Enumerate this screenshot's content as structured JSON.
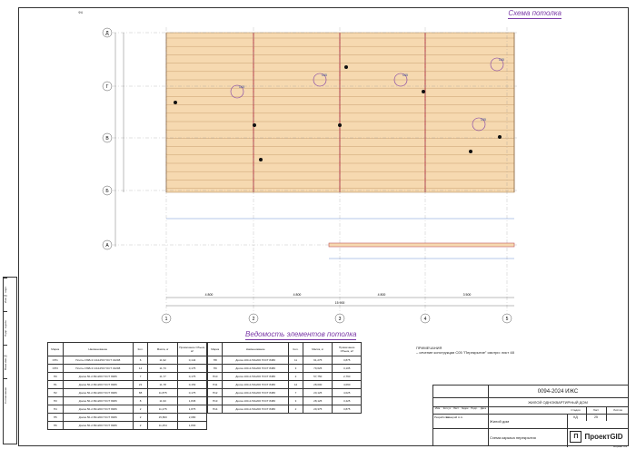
{
  "sheet": {
    "top_title": "Схема потолка",
    "mid_title": "Ведомость элементов потолка",
    "page_mark": "Ф6",
    "format_label": "Формат А3"
  },
  "axes": {
    "columns": [
      "1",
      "2",
      "3",
      "4",
      "5"
    ],
    "rows": [
      "Д",
      "Г",
      "В",
      "Б",
      "А"
    ],
    "bottom_spans": [
      "4 800",
      "4 800",
      "4 800",
      "3 500"
    ],
    "bottom_total": "15 900"
  },
  "circles": [
    "C05",
    "C05",
    "C05",
    "C05",
    "C05"
  ],
  "table": {
    "headers": [
      "Марка",
      "Наименование",
      "Кол.",
      "Масса, кг",
      "Примечание Объем, м³"
    ],
    "left_rows": [
      [
        "ОП1",
        "Плиты OSB-3 10х1250 ГОСТ 32298",
        "6",
        "11,92",
        "0,144"
      ],
      [
        "ОП3",
        "Плиты OSB-3 10х1250 ГОСТ 32298",
        "14",
        "11,73",
        "0,175"
      ],
      [
        "П0",
        "Доска 50-2-50х200 ГОСТ 8486",
        "7",
        "11,77",
        "0,175"
      ],
      [
        "П1",
        "Доска 50-2-50х200 ГОСТ 8486",
        "22",
        "11,78",
        "0,153"
      ],
      [
        "П2",
        "Доска 50-2-50х200 ГОСТ 8486",
        "88",
        "11,875",
        "0,175"
      ],
      [
        "П3",
        "Доска 50-2-50х200 ГОСТ 8486",
        "8",
        "11,93",
        "1,845"
      ],
      [
        "П4",
        "Доска 50-2-50х200 ГОСТ 8486",
        "2",
        "11,275",
        "1,875"
      ],
      [
        "П5",
        "Доска 50-2-50х200 ГОСТ 8486",
        "2",
        "15,860",
        "2,080"
      ],
      [
        "П6",
        "Доска 50-2-50х200 ГОСТ 8486",
        "2",
        "11,254",
        "1,830"
      ]
    ],
    "right_rows": [
      [
        "П8",
        "Доска 100-2-50х200 ГОСТ 8486",
        "11",
        "91,275",
        "3,875"
      ],
      [
        "П9",
        "Доска 100-2-50х200 ГОСТ 8486",
        "3",
        "79,625",
        "3,105"
      ],
      [
        "П10",
        "Доска 100-2-50х200 ГОСТ 8486",
        "2",
        "57,750",
        "2,760"
      ],
      [
        "П11",
        "Доска 100-2-50х200 ГОСТ 8486",
        "12",
        "28,000",
        "4,060"
      ],
      [
        "П12",
        "Доска 100-2-50х200 ГОСТ 8486",
        "7",
        "20,125",
        "4,025"
      ],
      [
        "П13",
        "Доска 100-2-50х200 ГОСТ 8486",
        "3",
        "28,125",
        "3,425"
      ],
      [
        "П14",
        "Доска 100-2-50х200 ГОСТ 8486",
        "2",
        "29,375",
        "3,875"
      ]
    ]
  },
  "notes": {
    "title": "ПРИМЕЧАНИЯ",
    "line": "– сечение конструкции С05 \"Перекрытие\" смотри: лист 48"
  },
  "stamp": {
    "code": "0094-2024 ИЖС",
    "project": "ЖИЛОЙ ОДНОКВАРТИРНЫЙ ДОМ",
    "object": "Жилой дом",
    "sheet_name": "Схема каркаса перекрытия",
    "col_stage": "Стадия",
    "col_sheet": "Лист",
    "col_sheets": "Листов",
    "stage": "КД",
    "sheet_no": "25",
    "sheets": "",
    "role": "Разработал",
    "author": "Кемерий А.А.",
    "h_izm": "Изм.",
    "h_kol": "Кол.уч",
    "h_list": "Лист",
    "h_doc": "№док.",
    "h_podp": "Подп.",
    "h_date": "Дата",
    "logo": "ПроектGID",
    "logo_mark": "П"
  },
  "strip": [
    "Инв.№ подл.",
    "Подп. и дата",
    "Взам.инв.№",
    "Согласовано",
    ""
  ]
}
